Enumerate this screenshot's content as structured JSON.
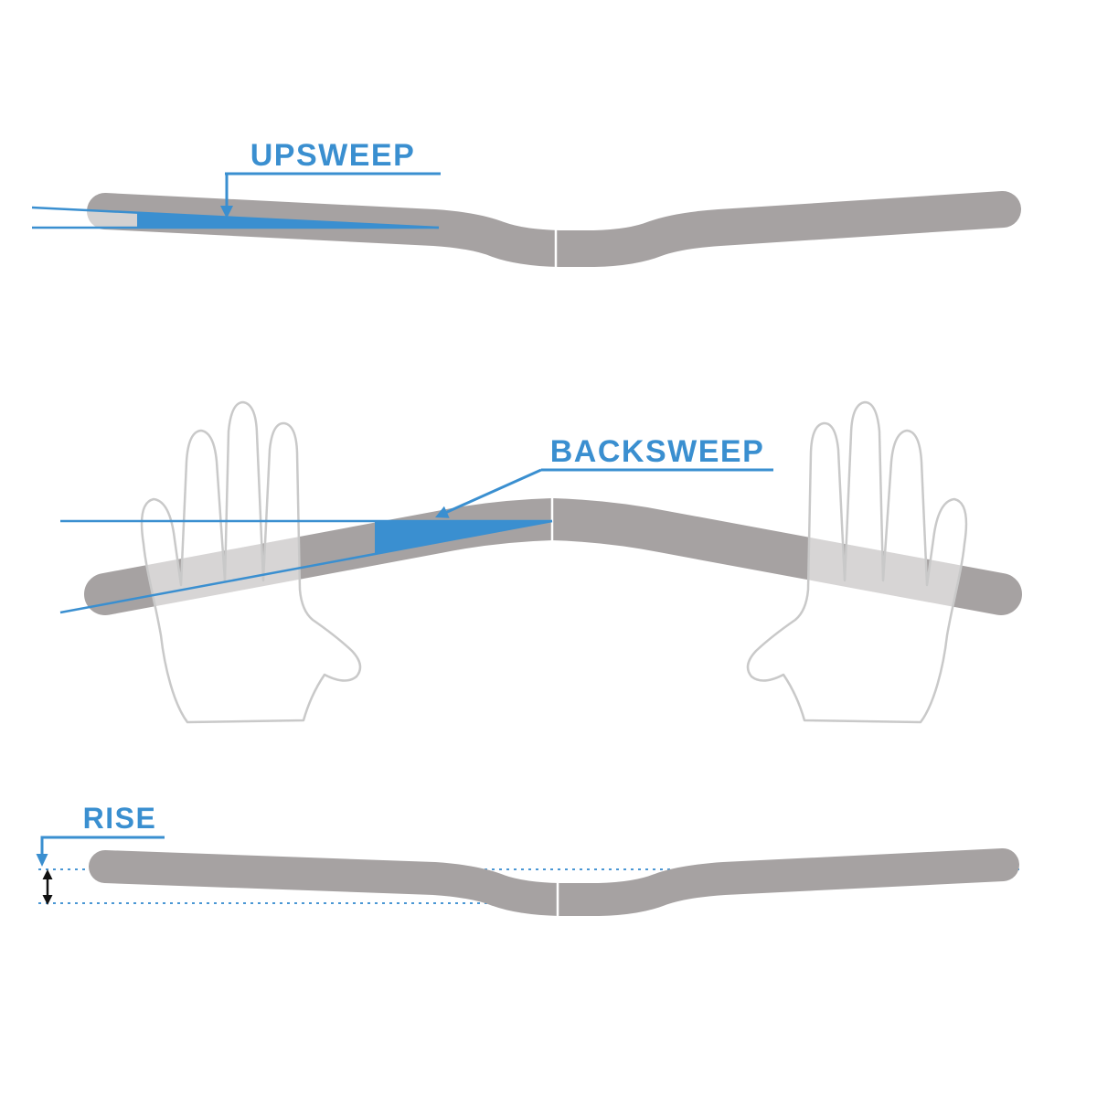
{
  "diagram": {
    "type": "bicycle-handlebar-geometry",
    "labels": {
      "upsweep": "UPSWEEP",
      "backsweep": "BACKSWEEP",
      "rise": "RISE"
    },
    "colors": {
      "accent_blue": "#3a8fd0",
      "bar_gray": "#a6a2a2",
      "hand_outline": "#c9c9c9",
      "rise_arrow_black": "#111111"
    }
  }
}
